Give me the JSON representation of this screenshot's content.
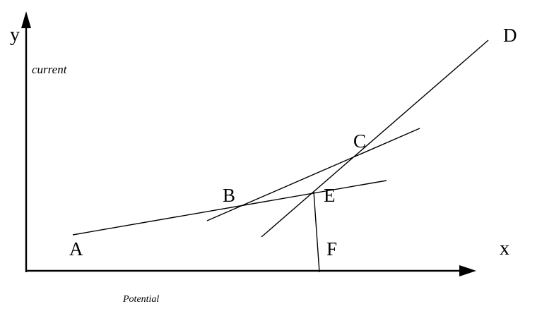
{
  "axes": {
    "x_letter": "x",
    "y_letter": "y",
    "x_caption": "Potential",
    "y_caption": "current"
  },
  "points": {
    "A": "A",
    "B": "B",
    "C": "C",
    "D": "D",
    "E": "E",
    "F": "F"
  }
}
